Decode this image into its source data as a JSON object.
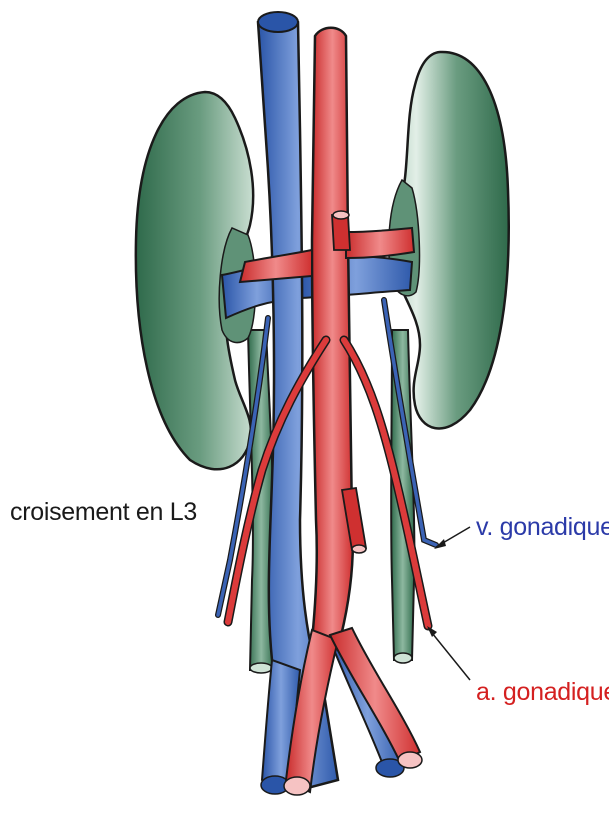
{
  "labels": {
    "crossing": "croisement en L3",
    "gonadal_vein": "v. gonadique",
    "gonadal_artery": "a. gonadique"
  },
  "colors": {
    "background": "#ffffff",
    "kidney": "#3f7a5a",
    "kidney_highlight": "#dfeee6",
    "vein": "#3b63b5",
    "vein_highlight": "#c7d7f0",
    "artery": "#dc3b3b",
    "artery_highlight": "#f6c3c3",
    "ureter": "#3f7a5a",
    "label_default": "#1a1a1a",
    "label_vein": "#2b3aa8",
    "label_artery": "#d42020",
    "outline": "#1a1a1a"
  }
}
